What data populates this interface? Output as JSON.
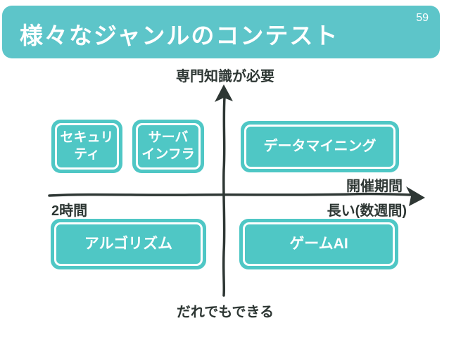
{
  "slide": {
    "page_number": "59",
    "title": "様々なジャンルのコンテスト"
  },
  "axes": {
    "y_top_label": "専門知識が必要",
    "y_bottom_label": "だれでもできる",
    "x_axis_title": "開催期間",
    "x_left_label": "2時間",
    "x_right_label": "長い(数週間)"
  },
  "boxes": {
    "security": {
      "line1": "セキュリ",
      "line2": "ティ",
      "quadrant": "top-left"
    },
    "server_infra": {
      "line1": "サーバ",
      "line2": "インフラ",
      "quadrant": "top-left"
    },
    "data_mining": {
      "label": "データマイニング",
      "quadrant": "top-right"
    },
    "algorithm": {
      "label": "アルゴリズム",
      "quadrant": "bottom-left"
    },
    "game_ai": {
      "label": "ゲームAI",
      "quadrant": "bottom-right"
    }
  },
  "colors": {
    "header_teal": "#5dc5c9",
    "box_teal": "#4fc7c5",
    "ink": "#2e3734",
    "text_on_teal": "#ffffff"
  }
}
